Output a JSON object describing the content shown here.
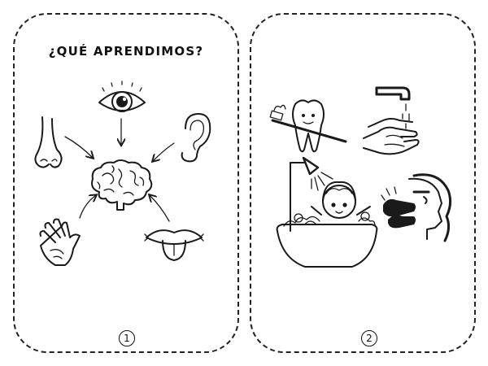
{
  "cards": [
    {
      "title": "¿QUÉ APRENDIMOS?",
      "number": "1"
    },
    {
      "title": "",
      "number": "2"
    }
  ],
  "icons": {
    "card1": [
      "eye-icon",
      "nose-icon",
      "ear-icon",
      "brain-icon",
      "hand-icon",
      "mouth-tongue-icon"
    ],
    "card2": [
      "tooth-brushing-icon",
      "hand-washing-icon",
      "child-bathing-icon",
      "face-washing-icon"
    ]
  }
}
